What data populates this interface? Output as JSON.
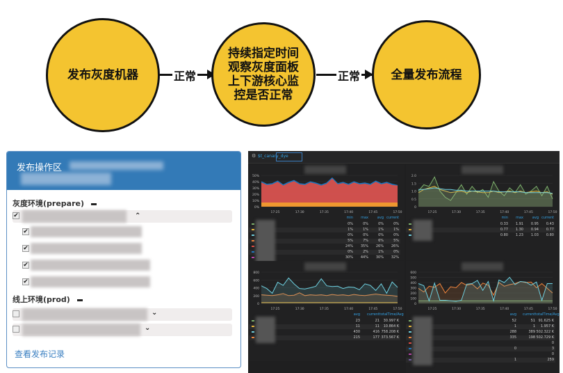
{
  "flow": {
    "step1": "发布灰度机器",
    "step2": "持续指定时间观察灰度面板上下游核心监控是否正常",
    "step3": "全量发布流程",
    "arrow1": "正常",
    "arrow2": "正常",
    "fill": "#f4c430"
  },
  "panel": {
    "title": "发布操作区",
    "prepare_label": "灰度环境(prepare)",
    "prod_label": "线上环境(prod)",
    "history_link": "查看发布记录",
    "header_color": "#337ab7"
  },
  "dashboard": {
    "variable": "$t_canary_dye"
  },
  "chart_data": [
    {
      "type": "area",
      "yticks": [
        "0%",
        "10%",
        "20%",
        "30%",
        "40%",
        "50%"
      ],
      "ylim": [
        0,
        50
      ],
      "xticks": [
        "17:25",
        "17:30",
        "17:35",
        "17:40",
        "17:45",
        "17:50"
      ],
      "series": [
        {
          "color": "#f29f2e",
          "values": [
            6,
            6,
            6,
            6,
            6,
            6,
            6,
            6,
            6,
            6,
            6,
            6,
            6,
            6,
            6,
            6,
            6,
            6,
            6,
            6,
            6,
            6,
            6,
            6,
            6,
            6
          ]
        },
        {
          "color": "#e24d42",
          "values": [
            38,
            34,
            35,
            39,
            33,
            37,
            40,
            35,
            34,
            38,
            36,
            33,
            36,
            44,
            35,
            37,
            34,
            38,
            35,
            36,
            34,
            39,
            35,
            37,
            34,
            33
          ]
        },
        {
          "color": "#1f78c1",
          "values": [
            40,
            36,
            37,
            41,
            35,
            39,
            42,
            37,
            36,
            40,
            38,
            35,
            38,
            46,
            37,
            39,
            36,
            40,
            37,
            38,
            36,
            41,
            37,
            39,
            36,
            34
          ]
        }
      ],
      "columns": [
        "min",
        "max",
        "avg",
        "current"
      ],
      "rows": [
        {
          "color": "#7eb26d",
          "v": [
            "0%",
            "0%",
            "0%",
            "0%"
          ]
        },
        {
          "color": "#eab839",
          "v": [
            "1%",
            "1%",
            "1%",
            "1%"
          ]
        },
        {
          "color": "#6ed0e0",
          "v": [
            "0%",
            "0%",
            "0%",
            "0%"
          ]
        },
        {
          "color": "#ef843c",
          "v": [
            "5%",
            "7%",
            "6%",
            "5%"
          ]
        },
        {
          "color": "#e24d42",
          "v": [
            "24%",
            "35%",
            "26%",
            "26%"
          ]
        },
        {
          "color": "#1f78c1",
          "v": [
            "0%",
            "2%",
            "1%",
            "0%"
          ]
        },
        {
          "color": "#ba43a9",
          "v": [
            "30%",
            "44%",
            "30%",
            "32%"
          ]
        }
      ]
    },
    {
      "type": "line",
      "yticks": [
        "0",
        "0.5",
        "1.0",
        "1.5",
        "2.0"
      ],
      "ylim": [
        0,
        2
      ],
      "xticks": [
        "17:25",
        "17:30",
        "17:35",
        "17:40",
        "17:45",
        "17:50"
      ],
      "series": [
        {
          "color": "#7eb26d",
          "values": [
            1.0,
            1.4,
            1.3,
            1.9,
            1.0,
            0.6,
            0.4,
            0.9,
            1.4,
            0.8,
            1.3,
            0.9,
            1.1,
            0.6,
            1.6,
            1.0,
            0.7,
            1.2,
            0.9,
            1.4,
            0.8,
            1.0,
            1.3,
            0.7,
            1.3,
            0.5
          ]
        },
        {
          "color": "#eab839",
          "values": [
            0.9,
            1.1,
            1.2,
            1.3,
            1.1,
            1.0,
            0.9,
            0.95,
            1.0,
            0.9,
            1.0,
            0.95,
            0.9,
            0.9,
            1.0,
            0.9,
            0.95,
            1.0,
            0.9,
            1.0,
            0.9,
            0.95,
            1.0,
            0.9,
            0.95,
            0.8
          ]
        },
        {
          "color": "#6ed0e0",
          "values": [
            1.1,
            1.1,
            1.15,
            1.2,
            1.15,
            1.1,
            1.1,
            1.05,
            1.05,
            1.0,
            1.0,
            1.0,
            1.0,
            1.0,
            1.0,
            0.95,
            0.95,
            0.95,
            0.95,
            0.95,
            0.9,
            0.9,
            0.9,
            0.9,
            0.9,
            0.85
          ]
        }
      ],
      "columns": [
        "min",
        "max",
        "avg",
        "current"
      ],
      "rows": [
        {
          "color": "#7eb26d",
          "v": [
            "0.33",
            "1.91",
            "0.95",
            "0.43"
          ]
        },
        {
          "color": "#eab839",
          "v": [
            "0.77",
            "1.30",
            "0.94",
            "0.77"
          ]
        },
        {
          "color": "#6ed0e0",
          "v": [
            "0.80",
            "1.23",
            "1.03",
            "0.80"
          ]
        }
      ]
    },
    {
      "type": "line",
      "yticks": [
        "0",
        "200",
        "400",
        "600",
        "800"
      ],
      "ylim": [
        0,
        800
      ],
      "xticks": [
        "17:25",
        "17:30",
        "17:35",
        "17:40",
        "17:45",
        "17:50"
      ],
      "series": [
        {
          "color": "#eab839",
          "values": [
            20,
            20,
            20,
            20,
            20,
            20,
            20,
            20,
            20,
            20,
            20,
            20,
            20,
            20,
            20,
            20,
            20,
            20,
            20,
            20,
            20,
            20,
            20,
            20,
            20,
            20
          ]
        },
        {
          "color": "#ef843c",
          "values": [
            220,
            210,
            200,
            220,
            250,
            200,
            210,
            270,
            200,
            220,
            210,
            220,
            200,
            230,
            210,
            220,
            200,
            230,
            210,
            200,
            220,
            240,
            220,
            210,
            200,
            180
          ]
        },
        {
          "color": "#6ed0e0",
          "values": [
            450,
            380,
            260,
            540,
            460,
            650,
            500,
            380,
            370,
            400,
            440,
            630,
            450,
            430,
            440,
            380,
            420,
            410,
            350,
            500,
            460,
            330,
            500,
            260,
            550,
            410
          ]
        }
      ],
      "columns": [
        "avg",
        "current",
        "totalTime/Avg"
      ],
      "rows": [
        {
          "color": "#7eb26d",
          "v": [
            "23",
            "21",
            "30.997 K"
          ]
        },
        {
          "color": "#eab839",
          "v": [
            "11",
            "11",
            "10.864 K"
          ]
        },
        {
          "color": "#6ed0e0",
          "v": [
            "430",
            "416",
            "758.208 K"
          ]
        },
        {
          "color": "#ef843c",
          "v": [
            "215",
            "177",
            "373.567 K"
          ]
        }
      ]
    },
    {
      "type": "line",
      "yticks": [
        "0",
        "100",
        "200",
        "300",
        "400",
        "500",
        "600"
      ],
      "ylim": [
        0,
        600
      ],
      "xticks": [
        "17:25",
        "17:30",
        "17:35",
        "17:40",
        "17:45",
        "17:50"
      ],
      "series": [
        {
          "color": "#7eb26d",
          "values": [
            50,
            50,
            50,
            50,
            50,
            50,
            50,
            50,
            50,
            50,
            50,
            50,
            50,
            50,
            50,
            50,
            50,
            50,
            50,
            50,
            50,
            50,
            50,
            50,
            50,
            50
          ]
        },
        {
          "color": "#ef843c",
          "values": [
            290,
            220,
            330,
            310,
            380,
            200,
            320,
            300,
            400,
            350,
            370,
            280,
            390,
            350,
            160,
            400,
            330,
            360,
            380,
            420,
            400,
            410,
            300,
            380,
            290,
            200
          ]
        },
        {
          "color": "#6ed0e0",
          "values": [
            380,
            340,
            50,
            390,
            60,
            60,
            50,
            40,
            60,
            370,
            380,
            440,
            250,
            420,
            50,
            450,
            400,
            500,
            360,
            420,
            410,
            350,
            410,
            60,
            380,
            380
          ]
        }
      ],
      "columns": [
        "avg",
        "current",
        "totalTime/Avg"
      ],
      "rows": [
        {
          "color": "#7eb26d",
          "v": [
            "52",
            "51",
            "91.625 K"
          ]
        },
        {
          "color": "#eab839",
          "v": [
            "1",
            "1",
            "1.957 K"
          ]
        },
        {
          "color": "#6ed0e0",
          "v": [
            "288",
            "389",
            "502.322 K"
          ]
        },
        {
          "color": "#ef843c",
          "v": [
            "335",
            "198",
            "502.729 K"
          ]
        },
        {
          "color": "#e24d42",
          "v": [
            "",
            "",
            "0"
          ]
        },
        {
          "color": "#1f78c1",
          "v": [
            "0",
            "",
            "3"
          ]
        },
        {
          "color": "#ba43a9",
          "v": [
            "",
            "",
            "0"
          ]
        },
        {
          "color": "#705da0",
          "v": [
            "1",
            "",
            "259"
          ]
        }
      ]
    }
  ]
}
